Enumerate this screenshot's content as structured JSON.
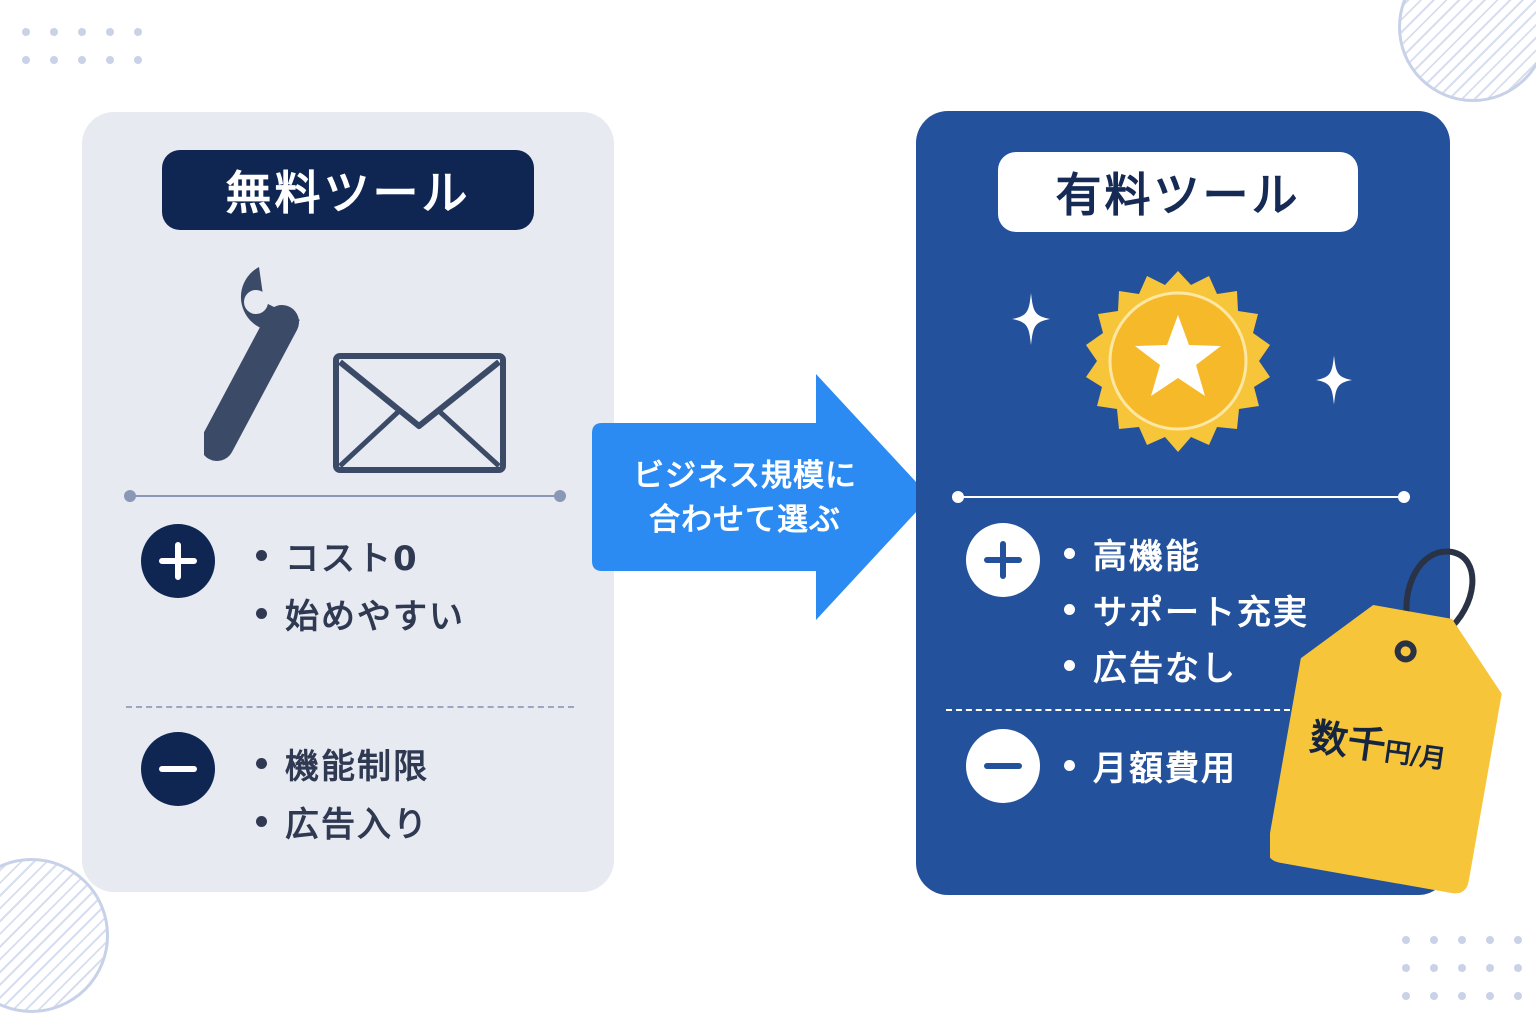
{
  "center_label": {
    "line1": "ビジネス規模に",
    "line2": "合わせて選ぶ"
  },
  "free_tool": {
    "title": "無料ツール",
    "icons": [
      "wrench-icon",
      "envelope-icon"
    ],
    "pros": [
      "コスト0",
      "始めやすい"
    ],
    "cons": [
      "機能制限",
      "広告入り"
    ]
  },
  "paid_tool": {
    "title": "有料ツール",
    "icons": [
      "star-badge-icon",
      "sparkle-icon"
    ],
    "pros": [
      "高機能",
      "サポート充実",
      "広告なし"
    ],
    "cons": [
      "月額費用"
    ],
    "price_tag": {
      "main": "数千",
      "unit": "円/月"
    }
  },
  "colors": {
    "navy": "#0f2552",
    "paid_card": "#23519c",
    "free_card": "#e8eaf2",
    "arrow_blue": "#2b8bf2",
    "gold": "#f6c53a"
  }
}
